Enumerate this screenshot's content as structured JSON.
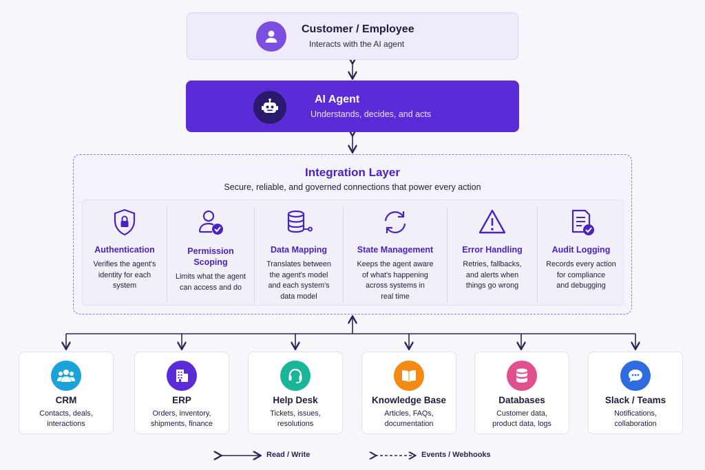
{
  "customer": {
    "title": "Customer / Employee",
    "subtitle": "Interacts with the AI agent"
  },
  "agent": {
    "title": "AI Agent",
    "subtitle": "Understands, decides, and acts"
  },
  "integration": {
    "title": "Integration Layer",
    "subtitle": "Secure, reliable, and governed connections that power every action",
    "features": [
      {
        "icon": "shield-lock-icon",
        "title": "Authentication",
        "desc": [
          "Verifies the agent's",
          "identity for each",
          "system"
        ]
      },
      {
        "icon": "user-check-icon",
        "title": [
          "Permission",
          "Scoping"
        ],
        "desc": [
          "Limits what the agent",
          "can access and do"
        ]
      },
      {
        "icon": "database-link-icon",
        "title": "Data Mapping",
        "desc": [
          "Translates between",
          "the agent's model",
          "and each system's",
          "data model"
        ]
      },
      {
        "icon": "sync-icon",
        "title": "State Management",
        "desc": [
          "Keeps the agent aware",
          "of what's happening",
          "across systems in",
          "real time"
        ]
      },
      {
        "icon": "warning-icon",
        "title": "Error Handling",
        "desc": [
          "Retries, fallbacks,",
          "and alerts when",
          "things go wrong"
        ]
      },
      {
        "icon": "document-check-icon",
        "title": "Audit Logging",
        "desc": [
          "Records every action",
          "for compliance",
          "and debugging"
        ]
      }
    ]
  },
  "systems": [
    {
      "icon": "users-icon",
      "color": "#1aa3d9",
      "title": "CRM",
      "desc": [
        "Contacts, deals,",
        "interactions"
      ]
    },
    {
      "icon": "building-icon",
      "color": "#5a2bd6",
      "title": "ERP",
      "desc": [
        "Orders, inventory,",
        "shipments, finance"
      ]
    },
    {
      "icon": "headset-icon",
      "color": "#1bb59a",
      "title": "Help Desk",
      "desc": [
        "Tickets, issues,",
        "resolutions"
      ]
    },
    {
      "icon": "book-icon",
      "color": "#f28a16",
      "title": "Knowledge Base",
      "desc": [
        "Articles, FAQs,",
        "documentation"
      ]
    },
    {
      "icon": "database-icon",
      "color": "#e0508f",
      "title": "Databases",
      "desc": [
        "Customer data,",
        "product data, logs"
      ]
    },
    {
      "icon": "chat-icon",
      "color": "#2f6be0",
      "title": "Slack / Teams",
      "desc": [
        "Notifications,",
        "collaboration"
      ]
    }
  ],
  "legend": {
    "solid_label": "Read / Write",
    "dashed_label": "Events / Webhooks"
  },
  "colors": {
    "primary": "#5a2bd6",
    "accent_text": "#4a22c2",
    "connector": "#2b2458",
    "dashed_border": "#8e7bd8"
  }
}
